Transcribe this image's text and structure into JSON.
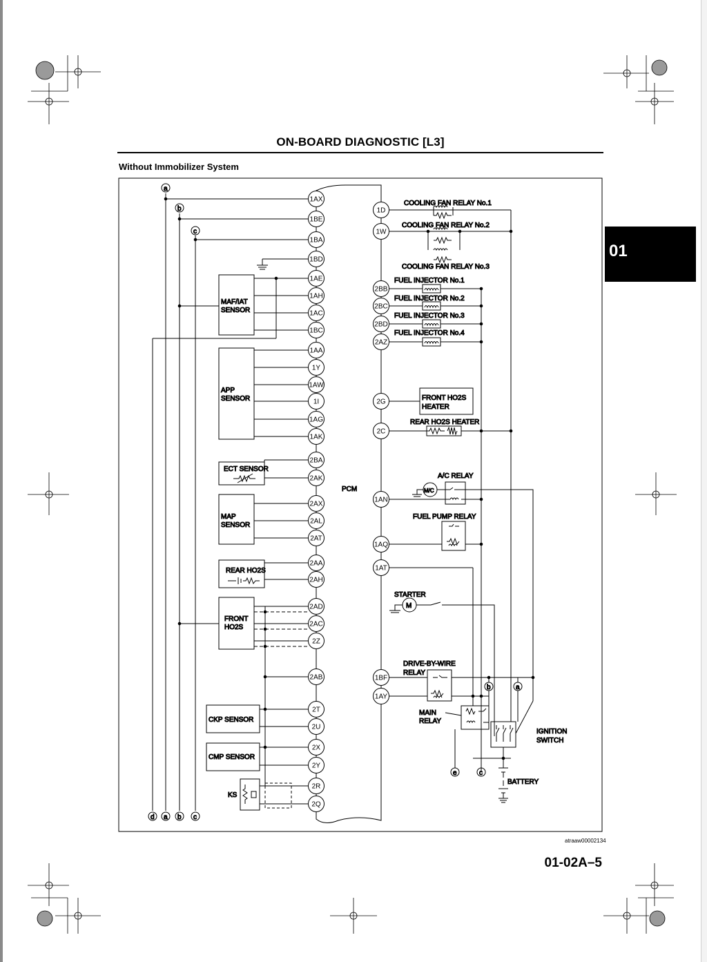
{
  "header": {
    "title": "ON-BOARD DIAGNOSTIC [L3]",
    "subtitle": "Without Immobilizer System",
    "section_tab": "01"
  },
  "footer": {
    "figure_id": "atraaw00002134",
    "page_number": "01-02A–5"
  },
  "diagram": {
    "pcm_label": "PCM",
    "left_pins": [
      "1AX",
      "1BE",
      "1BA",
      "1BD",
      "1AE",
      "1AH",
      "1AC",
      "1BC",
      "1AA",
      "1Y",
      "1AW",
      "1I",
      "1AG",
      "1AK",
      "2BA",
      "2AK",
      "2AX",
      "2AL",
      "2AT",
      "2AA",
      "2AH",
      "2AD",
      "2AC",
      "2Z",
      "2AB",
      "2T",
      "2U",
      "2X",
      "2Y",
      "2R",
      "2Q"
    ],
    "right_pins": [
      "1D",
      "1W",
      "2BB",
      "2BC",
      "2BD",
      "2AZ",
      "2G",
      "2C",
      "1AN",
      "1AQ",
      "1AT",
      "1BF",
      "1AY"
    ],
    "components": {
      "maf_iat_line1": "MAF/IAT",
      "maf_iat_line2": "SENSOR",
      "app_line1": "APP",
      "app_line2": "SENSOR",
      "ect": "ECT SENSOR",
      "map_line1": "MAP",
      "map_line2": "SENSOR",
      "rear_ho2s": "REAR HO2S",
      "front_ho2s_line1": "FRONT",
      "front_ho2s_line2": "HO2S",
      "ckp": "CKP SENSOR",
      "cmp": "CMP SENSOR",
      "ks": "KS",
      "cooling_fan_1": "COOLING FAN RELAY No.1",
      "cooling_fan_2": "COOLING FAN RELAY No.2",
      "cooling_fan_3": "COOLING FAN RELAY No.3",
      "injector_1": "FUEL INJECTOR No.1",
      "injector_2": "FUEL INJECTOR No.2",
      "injector_3": "FUEL INJECTOR No.3",
      "injector_4": "FUEL INJECTOR No.4",
      "front_heater_line1": "FRONT HO2S",
      "front_heater_line2": "HEATER",
      "rear_heater": "REAR HO2S HEATER",
      "ac_relay": "A/C RELAY",
      "mc": "M/C",
      "fuel_pump_relay": "FUEL PUMP RELAY",
      "starter": "STARTER",
      "motor": "M",
      "dbw_line1": "DRIVE-BY-WIRE",
      "dbw_line2": "RELAY",
      "main_relay_line1": "MAIN",
      "main_relay_line2": "RELAY",
      "ignition_line1": "IGNITION",
      "ignition_line2": "SWITCH",
      "battery": "BATTERY"
    },
    "connectors": {
      "a": "a",
      "b": "b",
      "c": "c",
      "d": "d",
      "e": "e"
    }
  }
}
